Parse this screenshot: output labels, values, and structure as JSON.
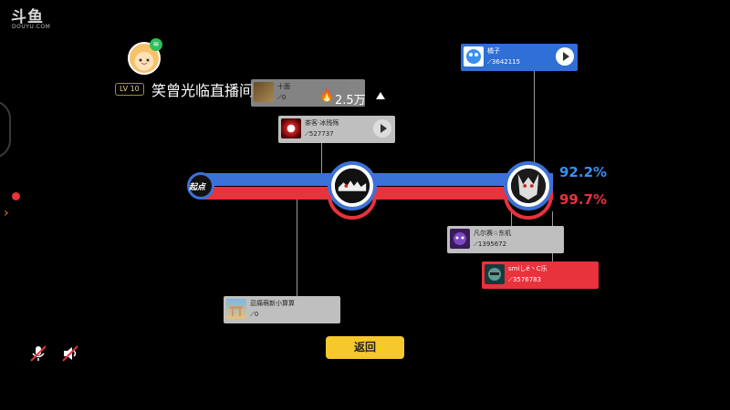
{
  "watermark": {
    "logo": "斗鱼",
    "domain": "DOUYU.COM"
  },
  "streamer": {
    "level": "LV 10",
    "name": "笑曾光临直播间",
    "heat": "2.5万",
    "heat_icon": "flame-icon"
  },
  "track": {
    "start_label": "起点",
    "blue_percent": "92.2%",
    "red_percent": "99.7%"
  },
  "boxes": {
    "top_gray": {
      "name": "十面",
      "score": "0"
    },
    "mid_gray": {
      "name": "茶客·冰残殇",
      "score": "527737"
    },
    "blue_top": {
      "name": "橘子",
      "score": "3642115"
    },
    "gray_right": {
      "name": "凡尔赛☆东机",
      "score": "1395672"
    },
    "red_right": {
      "name": "smiしё丶C乐",
      "score": "3576783"
    },
    "gray_bottom": {
      "name": "忍痛萌新小算算",
      "score": "0"
    }
  },
  "buttons": {
    "back": "返回"
  },
  "colors": {
    "blue": "#3a72d8",
    "red": "#e8323c",
    "yellow": "#f6c82b"
  }
}
